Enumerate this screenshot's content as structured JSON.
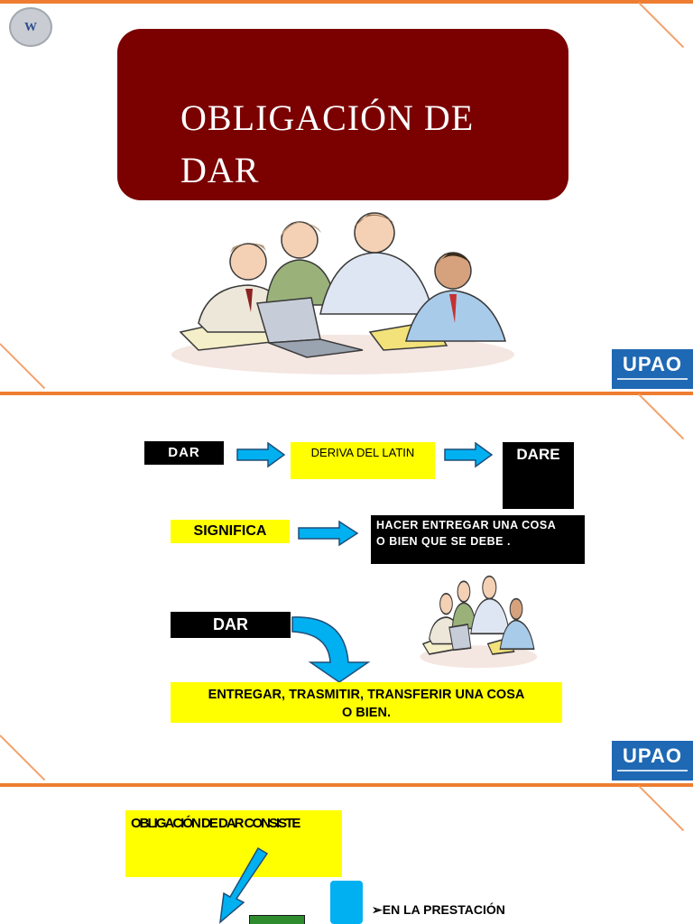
{
  "slide1": {
    "title": "OBLIGACIÓN DE DAR",
    "logo_initials": "W",
    "brand": "UPAO"
  },
  "slide2": {
    "dar_label": "DAR",
    "deriva_label": "DERIVA DEL LATIN",
    "dare_label": "DARE",
    "significa_label": "SIGNIFICA",
    "significa_text": "HACER  ENTREGAR UNA COSA  O BIEN QUE SE DEBE .",
    "dar2_label": "DAR",
    "entregar_text": "ENTREGAR, TRASMITIR, TRANSFERIR UNA COSA O BIEN.",
    "brand": "UPAO"
  },
  "slide3": {
    "consiste_label": "OBLIGACIÓN DE DAR CONSISTE",
    "prestacion_label": "EN LA PRESTACIÓN"
  },
  "colors": {
    "accent_orange": "#ee7d31",
    "title_red": "#7b0000",
    "upao_blue": "#1f68b3",
    "arrow_blue": "#00b0f0",
    "highlight_yellow": "#ffff00"
  }
}
